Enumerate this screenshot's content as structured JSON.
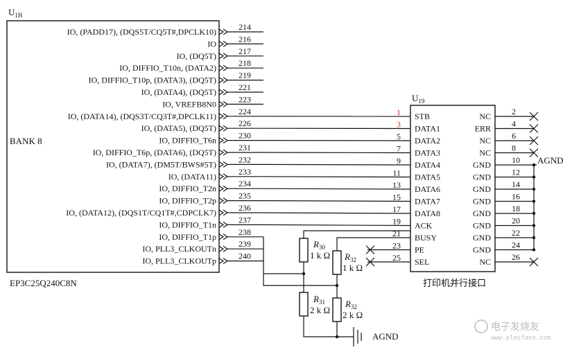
{
  "fpga": {
    "ref_main": "U",
    "ref_sub": "1H",
    "bank": "BANK 8",
    "part": "EP3C25Q240C8N",
    "pins": [
      {
        "label": "IO, (PADD17), (DQS5T/CQ5T#,DPCLK10)",
        "num": "214"
      },
      {
        "label": "IO",
        "num": "216"
      },
      {
        "label": "IO, (DQ5T)",
        "num": "217"
      },
      {
        "label": "IO, DIFFIO_T10n, (DATA2)",
        "num": "218"
      },
      {
        "label": "IO, DIFFIO_T10p, (DATA3), (DQ5T)",
        "num": "219"
      },
      {
        "label": "IO, (DATA4), (DQ5T)",
        "num": "221"
      },
      {
        "label": "IO, VREFB8N0",
        "num": "223"
      },
      {
        "label": "IO, (DATA14), (DQS3T/CQ3T#,DPCLK11)",
        "num": "224"
      },
      {
        "label": "IO, (DATA5), (DQ5T)",
        "num": "226"
      },
      {
        "label": "IO, DIFFIO_T6n",
        "num": "230"
      },
      {
        "label": "IO, DIFFIO_T6p, (DATA6), (DQ5T)",
        "num": "231"
      },
      {
        "label": "IO, (DATA7), (DM5T/BWS#5T)",
        "num": "232"
      },
      {
        "label": "IO, (DATA11)",
        "num": "233"
      },
      {
        "label": "IO, DIFFIO_T2n",
        "num": "234"
      },
      {
        "label": "IO, DIFFIO_T2p",
        "num": "235"
      },
      {
        "label": "IO, (DATA12), (DQS1T/CQ1T#,CDPCLK7)",
        "num": "236"
      },
      {
        "label": "IO, DIFFIO_T1n",
        "num": "237"
      },
      {
        "label": "IO, DIFFIO_T1p",
        "num": "238"
      },
      {
        "label": "IO, PLL3_CLKOUTn",
        "num": "239"
      },
      {
        "label": "IO, PLL3_CLKOUTp",
        "num": "240"
      }
    ]
  },
  "port": {
    "ref_main": "U",
    "ref_sub": "19",
    "caption": "打印机并行接口",
    "left_pins": [
      {
        "num": "1",
        "label": "STB",
        "red": true
      },
      {
        "num": "3",
        "label": "DATA1",
        "red": true
      },
      {
        "num": "5",
        "label": "DATA2",
        "red": false
      },
      {
        "num": "7",
        "label": "DATA3",
        "red": false
      },
      {
        "num": "9",
        "label": "DATA4",
        "red": false
      },
      {
        "num": "11",
        "label": "DATA5",
        "red": false
      },
      {
        "num": "13",
        "label": "DATA6",
        "red": false
      },
      {
        "num": "15",
        "label": "DATA7",
        "red": false
      },
      {
        "num": "17",
        "label": "DATA8",
        "red": false
      },
      {
        "num": "19",
        "label": "ACK",
        "red": false
      },
      {
        "num": "21",
        "label": "BUSY",
        "red": false
      },
      {
        "num": "23",
        "label": "PE",
        "red": false
      },
      {
        "num": "25",
        "label": "SEL",
        "red": false
      }
    ],
    "right_pins": [
      {
        "label": "NC",
        "num": "2"
      },
      {
        "label": "ERR",
        "num": "4"
      },
      {
        "label": "NC",
        "num": "6"
      },
      {
        "label": "NC",
        "num": "8"
      },
      {
        "label": "GND",
        "num": "10"
      },
      {
        "label": "GND",
        "num": "12"
      },
      {
        "label": "GND",
        "num": "14"
      },
      {
        "label": "GND",
        "num": "16"
      },
      {
        "label": "GND",
        "num": "18"
      },
      {
        "label": "GND",
        "num": "20"
      },
      {
        "label": "GND",
        "num": "22"
      },
      {
        "label": "GND",
        "num": "24"
      },
      {
        "label": "NC",
        "num": "26"
      }
    ]
  },
  "resistors": {
    "r30": {
      "name": "R",
      "sub": "30",
      "value": "1 k Ω"
    },
    "r32a": {
      "name": "R",
      "sub": "32",
      "value": "1 k Ω"
    },
    "r31": {
      "name": "R",
      "sub": "31",
      "value": "2 k Ω"
    },
    "r32b": {
      "name": "R",
      "sub": "32",
      "value": "2 k Ω"
    }
  },
  "nets": {
    "agnd_right": "AGND",
    "agnd_bottom": "AGND"
  },
  "watermark": {
    "line1": "电子发烧友",
    "line2": "www.elecfans.com"
  }
}
